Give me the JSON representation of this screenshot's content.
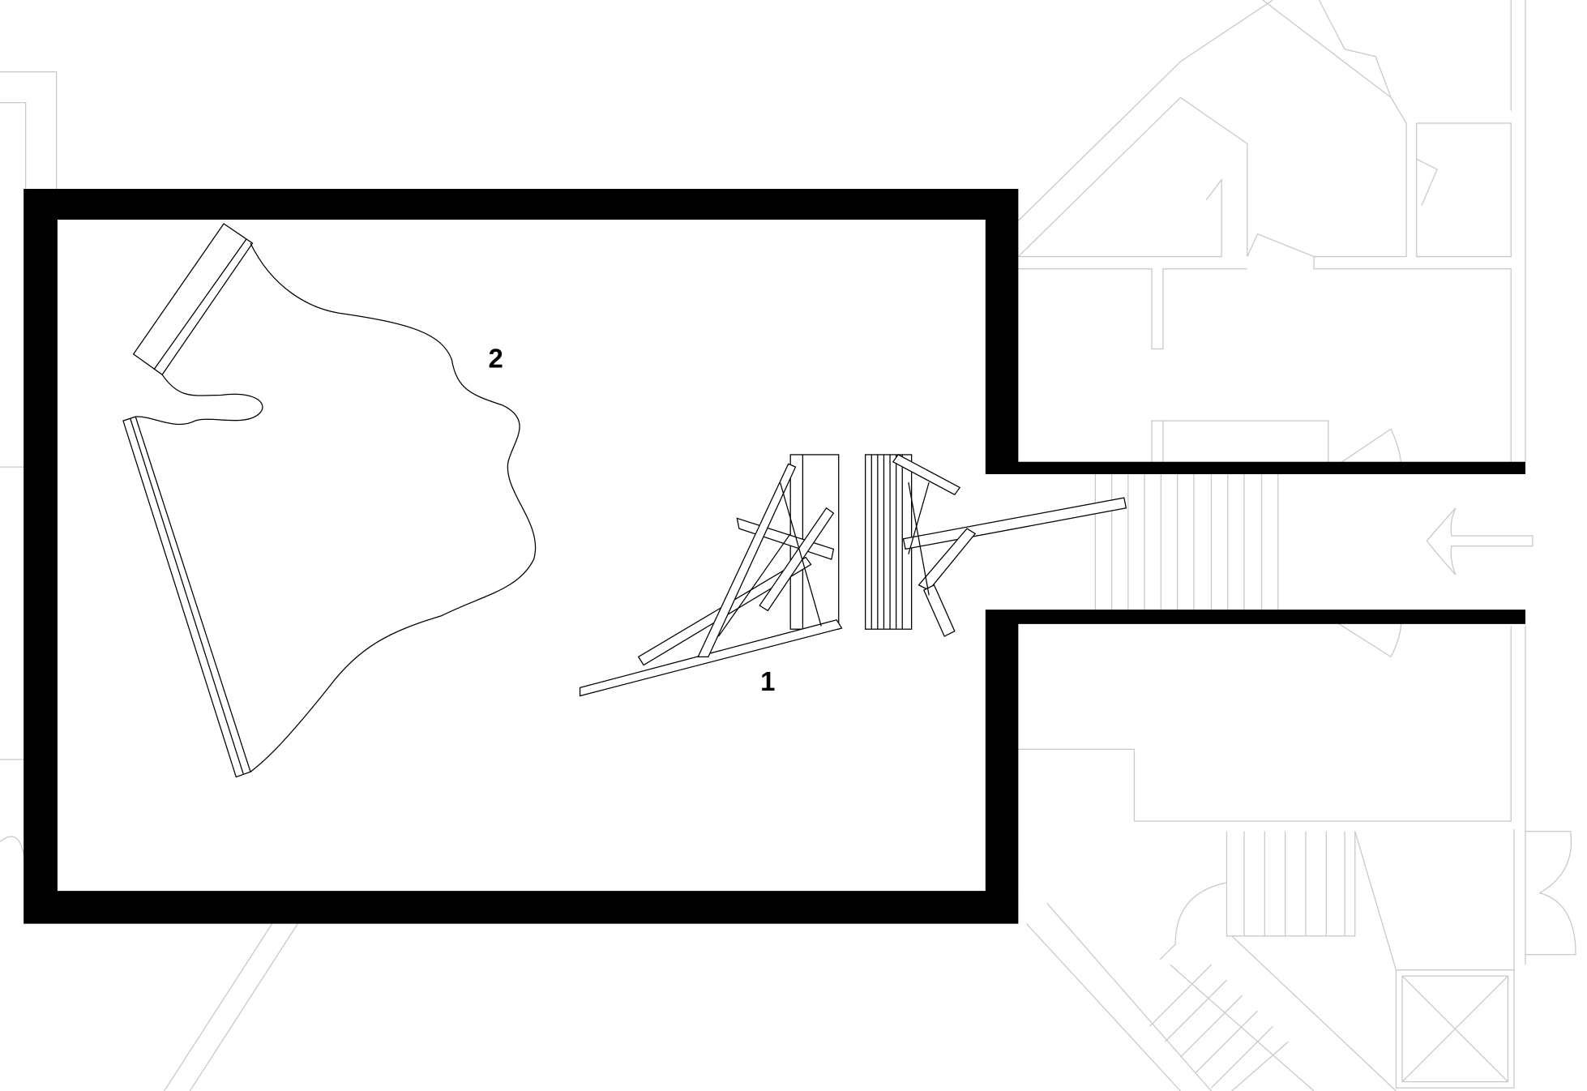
{
  "plan": {
    "labels": [
      {
        "id": "artwork-1",
        "text": "1"
      },
      {
        "id": "artwork-2",
        "text": "2"
      }
    ],
    "entrance_arrow_direction": "left",
    "colors": {
      "wall": "#000000",
      "context_lines": "#c8c8c8",
      "artwork": "#000000"
    }
  }
}
